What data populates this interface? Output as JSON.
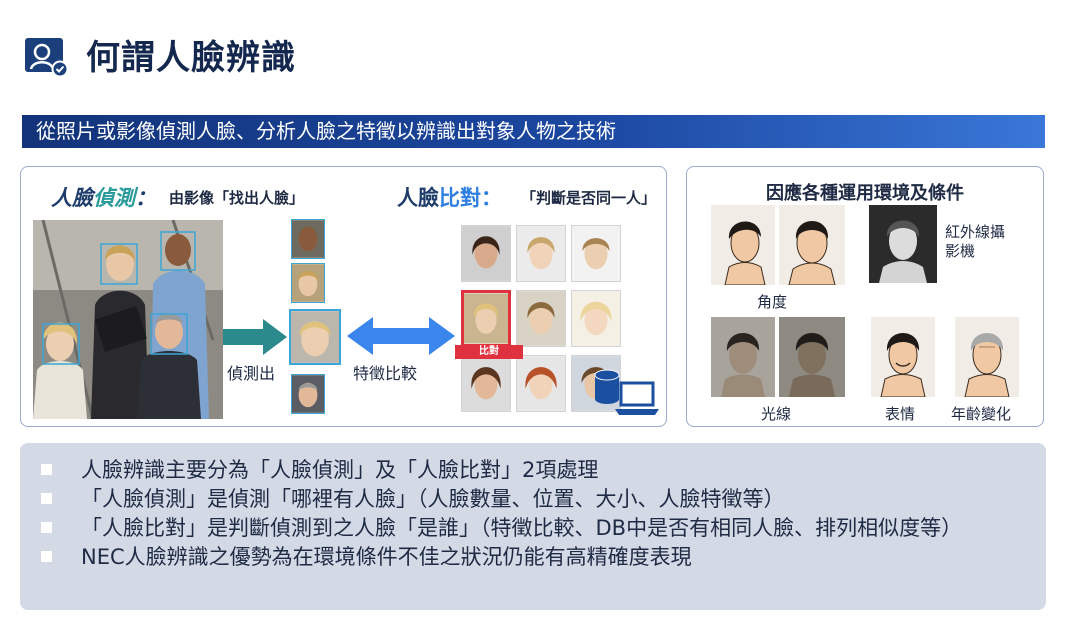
{
  "header": {
    "title": "何謂人臉辨識",
    "icon": "face-recognition-shield-icon",
    "icon_color": "#1b3f7a"
  },
  "banner": {
    "text": "從照片或影像偵測人臉、分析人臉之特徵以辨識出對象人物之技術",
    "colors": [
      "#13347a",
      "#3a77d8"
    ]
  },
  "detection": {
    "title_part1": "人臉",
    "title_part2": "偵測",
    "title_colon": "：",
    "subtitle": "由影像「找出人臉」",
    "arrow_label": "偵測出"
  },
  "comparison": {
    "title_part1": "人臉",
    "title_part2": "比對",
    "title_colon": "：",
    "subtitle": "「判斷是否同一人」",
    "arrow_label": "特徵比較",
    "match_badge": "比對"
  },
  "conditions": {
    "title": "因應各種運用環境及條件",
    "angle_label": "角度",
    "infrared_label": "紅外線攝\n影機",
    "lighting_label": "光線",
    "expression_label": "表情",
    "age_label": "年齡變化"
  },
  "notes": [
    "人臉辨識主要分為「人臉偵測」及「人臉比對」2項處理",
    "「人臉偵測」是偵測「哪裡有人臉」（人臉數量、位置、大小、人臉特徵等）",
    "「人臉比對」是判斷偵測到之人臉「是誰」（特徵比較、DB中是否有相同人臉、排列相似度等）",
    "NEC人臉辨識之優勢為在環境條件不佳之狀況仍能有高精確度表現"
  ],
  "colors": {
    "accent_teal": "#2a9a9a",
    "accent_blue": "#2f7fe0",
    "match_red": "#e0313f",
    "notes_bg": "#d3dae6"
  }
}
